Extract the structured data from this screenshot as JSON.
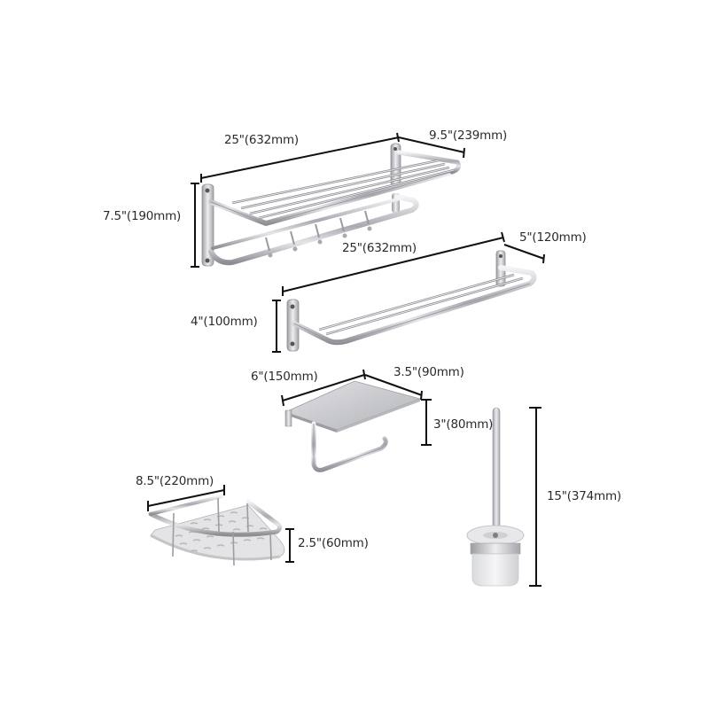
{
  "diagram": {
    "background": "#ffffff",
    "line_color": "#111111",
    "metal_color": "#c8c8cc",
    "products": [
      {
        "name": "Double towel rack with hooks",
        "dimensions": {
          "length": "25\"(632mm)",
          "depth": "9.5\"(239mm)",
          "height": "7.5\"(190mm)"
        }
      },
      {
        "name": "Double towel bar",
        "dimensions": {
          "length": "25\"(632mm)",
          "depth": "5\"(120mm)",
          "height": "4\"(100mm)"
        }
      },
      {
        "name": "Toilet paper holder with shelf",
        "dimensions": {
          "length": "6\"(150mm)",
          "depth": "3.5\"(90mm)",
          "height": "3\"(80mm)"
        }
      },
      {
        "name": "Corner shower basket",
        "dimensions": {
          "length": "8.5\"(220mm)",
          "height": "2.5\"(60mm)"
        }
      },
      {
        "name": "Toilet brush holder",
        "dimensions": {
          "height": "15\"(374mm)"
        }
      }
    ]
  }
}
